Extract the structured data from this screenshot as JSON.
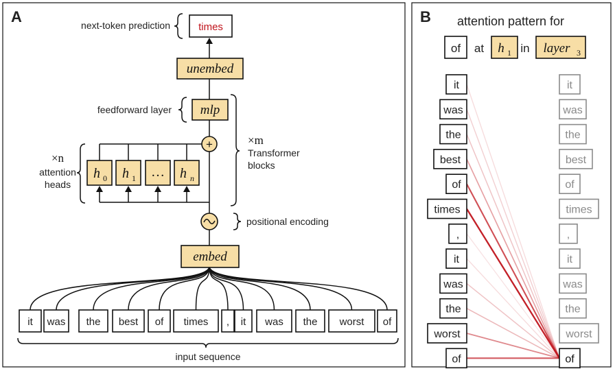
{
  "panel_a": {
    "label": "A",
    "output_token": "times",
    "output_annotation": "next-token prediction",
    "unembed": "unembed",
    "mlp": "mlp",
    "mlp_annotation": "feedforward layer",
    "heads": [
      {
        "base": "h",
        "sub": "0"
      },
      {
        "base": "h",
        "sub": "1"
      },
      {
        "base": "…",
        "sub": ""
      },
      {
        "base": "h",
        "sub": "n"
      }
    ],
    "heads_multiplier": "×n",
    "heads_label_1": "attention",
    "heads_label_2": "heads",
    "blocks_multiplier": "×m",
    "blocks_label_1": "Transformer",
    "blocks_label_2": "blocks",
    "add_symbol": "+",
    "pos_symbol": "~",
    "pos_annotation": "positional encoding",
    "embed": "embed",
    "input_tokens": [
      "it",
      "was",
      "the",
      "best",
      "of",
      "times",
      ",",
      "it",
      "was",
      "the",
      "worst",
      "of"
    ],
    "input_label": "input sequence"
  },
  "panel_b": {
    "label": "B",
    "title": "attention pattern for",
    "query_token": "of",
    "at_word": "at",
    "head_base": "h",
    "head_sub": "1",
    "in_word": "in",
    "layer_base": "layer",
    "layer_sub": "3",
    "left_tokens": [
      "it",
      "was",
      "the",
      "best",
      "of",
      "times",
      ",",
      "it",
      "was",
      "the",
      "worst",
      "of"
    ],
    "right_tokens": [
      "it",
      "was",
      "the",
      "best",
      "of",
      "times",
      ",",
      "it",
      "was",
      "the",
      "worst",
      "of"
    ],
    "attention_weights": [
      0.15,
      0.2,
      0.25,
      0.4,
      0.75,
      0.95,
      0.1,
      0.15,
      0.25,
      0.3,
      0.5,
      0.7
    ],
    "attention_color": "#c0141c"
  },
  "colors": {
    "highlight_fill": "#f7dea6",
    "predicted_token": "#c0141c",
    "muted_token": "#8a8a8a"
  }
}
